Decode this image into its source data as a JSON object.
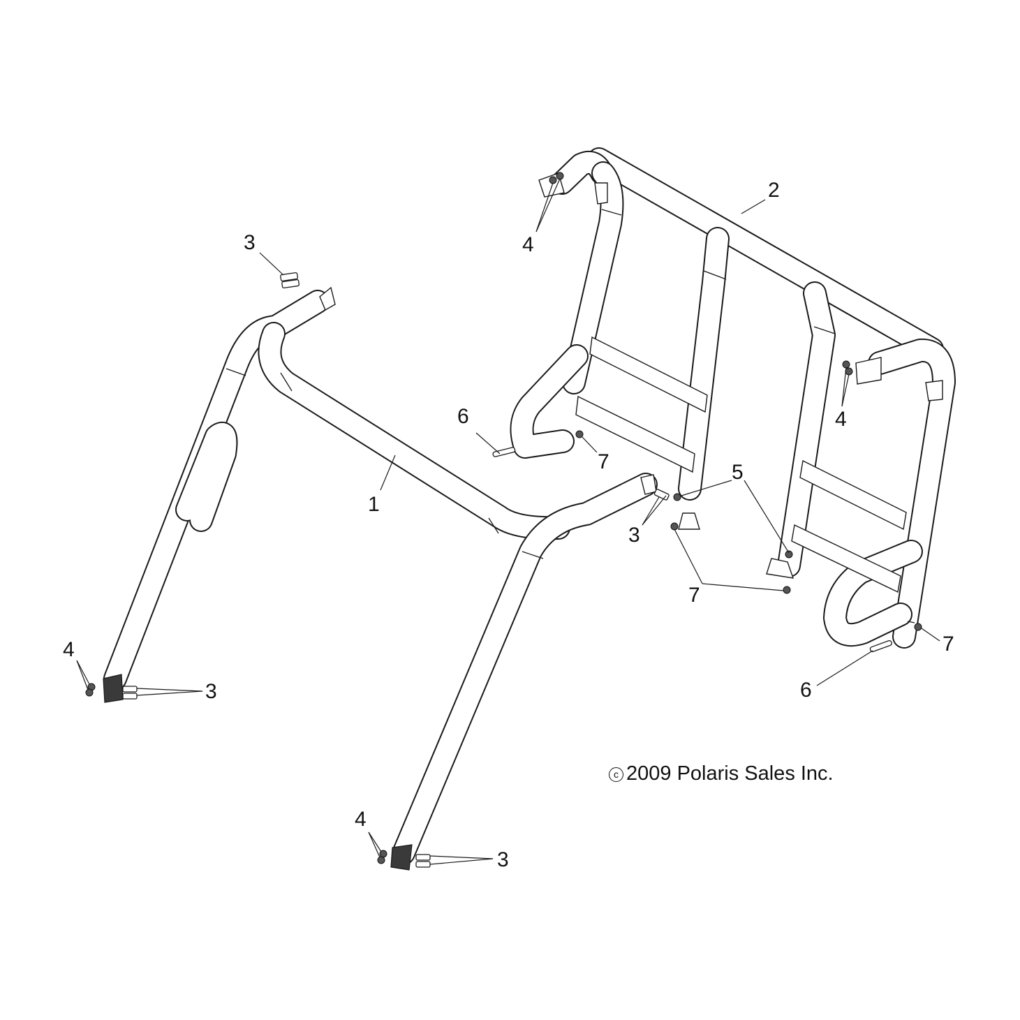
{
  "diagram": {
    "callouts": [
      {
        "id": "c3a",
        "label": "3"
      },
      {
        "id": "c4a",
        "label": "4"
      },
      {
        "id": "c2",
        "label": "2"
      },
      {
        "id": "c1",
        "label": "1"
      },
      {
        "id": "c6a",
        "label": "6"
      },
      {
        "id": "c7a",
        "label": "7"
      },
      {
        "id": "c4b",
        "label": "4"
      },
      {
        "id": "c5",
        "label": "5"
      },
      {
        "id": "c3b",
        "label": "3"
      },
      {
        "id": "c7b",
        "label": "7"
      },
      {
        "id": "c4c",
        "label": "4"
      },
      {
        "id": "c3c",
        "label": "3"
      },
      {
        "id": "c7c",
        "label": "7"
      },
      {
        "id": "c6b",
        "label": "6"
      },
      {
        "id": "c4d",
        "label": "4"
      },
      {
        "id": "c3d",
        "label": "3"
      }
    ],
    "copyright": {
      "symbol": "c",
      "text": "2009 Polaris Sales Inc."
    }
  }
}
